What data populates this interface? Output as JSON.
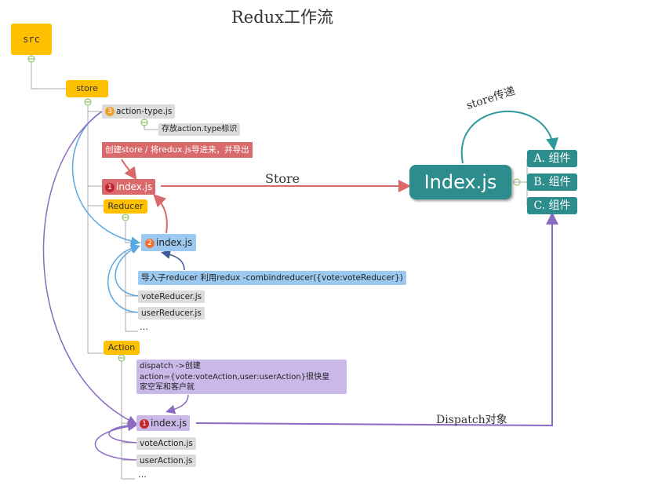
{
  "title": "Redux工作流",
  "src": "src",
  "store": "store",
  "action_type_node": {
    "badge": "3",
    "label": "action-type.js"
  },
  "action_type_note": "存放action.type标识",
  "store_note": "创建store / 将redux.js导进来，并导出",
  "store_index": {
    "badge": "1",
    "label": "index.js"
  },
  "reducer": "Reducer",
  "reducer_index": {
    "badge": "2",
    "label": "index.js"
  },
  "reducer_note": "导入子reducer 利用redux -combindreducer({vote:voteReducer})",
  "reducer_children": [
    "voteReducer.js",
    "userReducer.js",
    "…"
  ],
  "action": "Action",
  "action_note_line1": "dispatch ->创建",
  "action_note_line2": "action={vote:voteAction,user:userAction}很快皇",
  "action_note_line3": "家空军和客户就",
  "action_index": {
    "badge": "1",
    "label": "index.js"
  },
  "action_children": [
    "voteAction.js",
    "userAction.js",
    "…"
  ],
  "app_index": "Index.js",
  "components": [
    "A. 组件",
    "B. 组件",
    "C. 组件"
  ],
  "edge_labels": {
    "store": "Store",
    "store_pass": "store传递",
    "dispatch": "Dispatch对象"
  },
  "colors": {
    "yellow": "#ffc000",
    "red": "#d9696b",
    "blue": "#9cc9ef",
    "purple": "#c9b8e8",
    "teal": "#2d8c8c",
    "purple_line": "#8d6ac2",
    "blue_line": "#5aa8e0",
    "teal_line": "#2f9a9a"
  }
}
